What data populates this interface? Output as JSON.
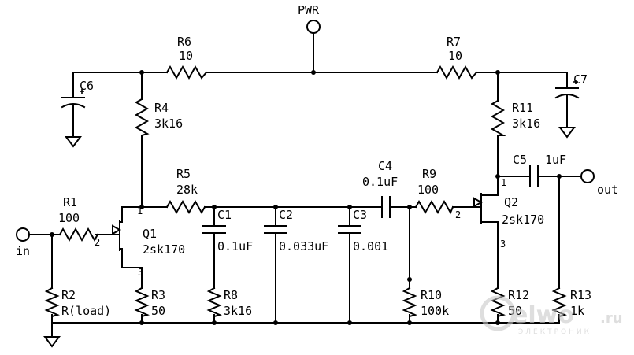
{
  "net": {
    "pwr": "PWR",
    "in": "in",
    "out": "out"
  },
  "parts": {
    "R1": {
      "ref": "R1",
      "value": "100"
    },
    "R2": {
      "ref": "R2",
      "value": "R(load)"
    },
    "R3": {
      "ref": "R3",
      "value": "50"
    },
    "R4": {
      "ref": "R4",
      "value": "3k16"
    },
    "R5": {
      "ref": "R5",
      "value": "28k"
    },
    "R6": {
      "ref": "R6",
      "value": "10"
    },
    "R7": {
      "ref": "R7",
      "value": "10"
    },
    "R8": {
      "ref": "R8",
      "value": "3k16"
    },
    "R9": {
      "ref": "R9",
      "value": "100"
    },
    "R10": {
      "ref": "R10",
      "value": "100k"
    },
    "R11": {
      "ref": "R11",
      "value": "3k16"
    },
    "R12": {
      "ref": "R12",
      "value": "50"
    },
    "R13": {
      "ref": "R13",
      "value": "1k"
    },
    "C1": {
      "ref": "C1",
      "value": "0.1uF"
    },
    "C2": {
      "ref": "C2",
      "value": "0.033uF"
    },
    "C3": {
      "ref": "C3",
      "value": "0.001"
    },
    "C4": {
      "ref": "C4",
      "value": "0.1uF"
    },
    "C5": {
      "ref": "C5",
      "value": "1uF"
    },
    "C6": {
      "ref": "C6"
    },
    "C7": {
      "ref": "C7"
    },
    "Q1": {
      "ref": "Q1",
      "value": "2sk170",
      "pin_d": "1",
      "pin_g": "2",
      "pin_s": "3"
    },
    "Q2": {
      "ref": "Q2",
      "value": "2sk170",
      "pin_d": "1",
      "pin_g": "2",
      "pin_s": "3"
    }
  },
  "watermark": {
    "brand": "elwo",
    "tld": ".ru",
    "tagline": "ЭЛЕКТРОНИК"
  }
}
